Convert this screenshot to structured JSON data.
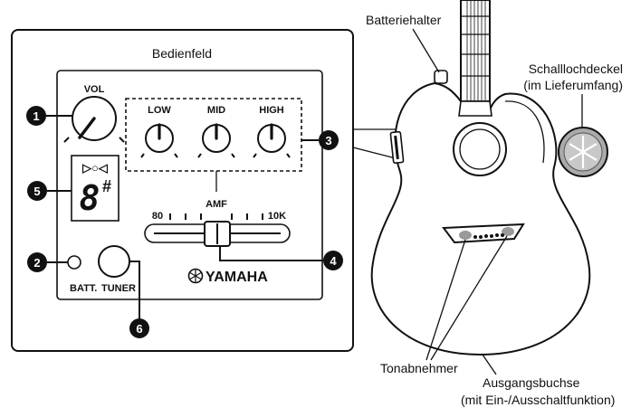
{
  "panel": {
    "title": "Bedienfeld",
    "vol_label": "VOL",
    "eq_labels": {
      "low": "LOW",
      "mid": "MID",
      "high": "HIGH"
    },
    "amf_label": "AMF",
    "amf_scale": {
      "min": "80",
      "max": "10K"
    },
    "tuner_display": {
      "symbols": "▷○◁",
      "note": "8",
      "sharp": "#"
    },
    "batt_label": "BATT.",
    "tuner_label": "TUNER",
    "brand": "YAMAHA"
  },
  "callouts": [
    "1",
    "2",
    "3",
    "4",
    "5",
    "6"
  ],
  "guitar_labels": {
    "battery_holder": "Batteriehalter",
    "soundhole_cover_line1": "Schalllochdeckel",
    "soundhole_cover_line2": "(im Lieferumfang)",
    "pickups": "Tonabnehmer",
    "output_jack_line1": "Ausgangsbuchse",
    "output_jack_line2": "(mit Ein-/Ausschaltfunktion)"
  },
  "colors": {
    "ink": "#111111",
    "panel_bg": "#ffffff",
    "pickup_gray": "#9a9a9a"
  }
}
